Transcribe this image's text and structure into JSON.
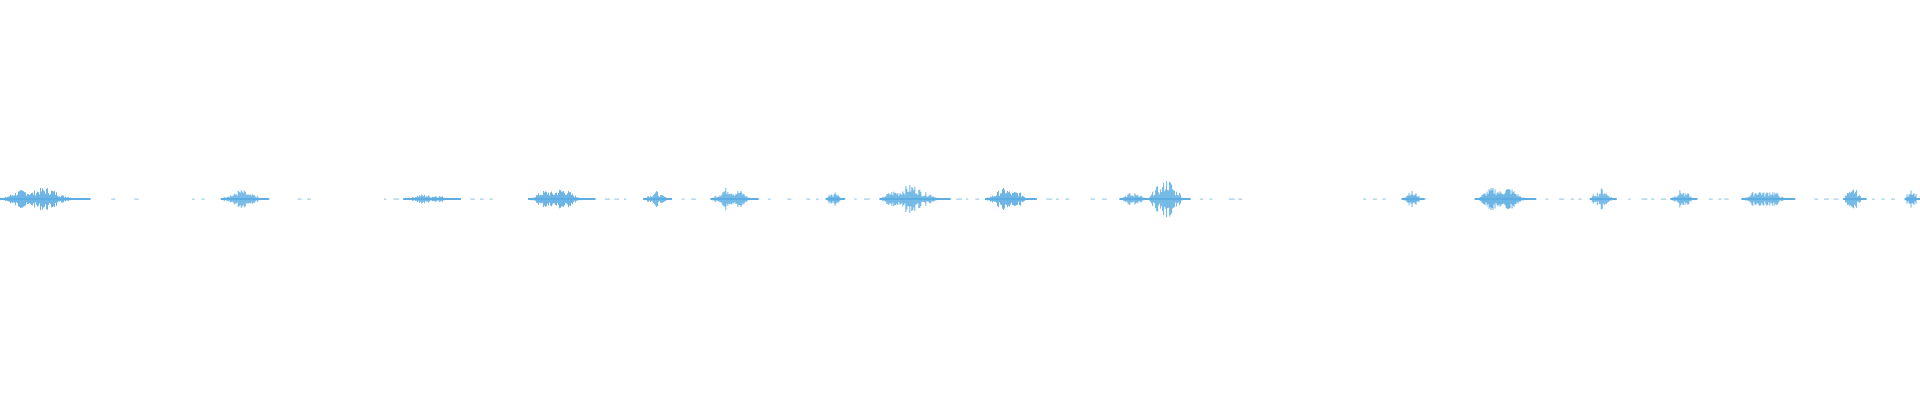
{
  "waveform": {
    "color": "#5dade2",
    "center_line_color": "#9ccbe9",
    "segments": [
      {
        "start": 0.0,
        "end": 0.047,
        "amp": 0.6
      },
      {
        "start": 0.115,
        "end": 0.14,
        "amp": 0.45
      },
      {
        "start": 0.21,
        "end": 0.24,
        "amp": 0.25
      },
      {
        "start": 0.275,
        "end": 0.31,
        "amp": 0.55
      },
      {
        "start": 0.335,
        "end": 0.35,
        "amp": 0.4
      },
      {
        "start": 0.37,
        "end": 0.395,
        "amp": 0.6
      },
      {
        "start": 0.43,
        "end": 0.44,
        "amp": 0.45
      },
      {
        "start": 0.458,
        "end": 0.495,
        "amp": 0.7
      },
      {
        "start": 0.513,
        "end": 0.54,
        "amp": 0.55
      },
      {
        "start": 0.583,
        "end": 0.6,
        "amp": 0.35
      },
      {
        "start": 0.598,
        "end": 0.62,
        "amp": 1.0
      },
      {
        "start": 0.73,
        "end": 0.742,
        "amp": 0.45
      },
      {
        "start": 0.768,
        "end": 0.8,
        "amp": 0.65
      },
      {
        "start": 0.828,
        "end": 0.842,
        "amp": 0.55
      },
      {
        "start": 0.87,
        "end": 0.884,
        "amp": 0.45
      },
      {
        "start": 0.907,
        "end": 0.935,
        "amp": 0.5
      },
      {
        "start": 0.96,
        "end": 0.972,
        "amp": 0.55
      },
      {
        "start": 0.992,
        "end": 1.0,
        "amp": 0.6
      }
    ],
    "dashes": [
      0.058,
      0.07,
      0.1,
      0.105,
      0.16,
      0.155,
      0.2,
      0.205,
      0.245,
      0.25,
      0.255,
      0.315,
      0.32,
      0.325,
      0.345,
      0.355,
      0.36,
      0.4,
      0.41,
      0.42,
      0.425,
      0.445,
      0.45,
      0.498,
      0.503,
      0.508,
      0.545,
      0.55,
      0.555,
      0.568,
      0.574,
      0.625,
      0.63,
      0.64,
      0.645,
      0.71,
      0.715,
      0.72,
      0.805,
      0.812,
      0.818,
      0.822,
      0.848,
      0.855,
      0.86,
      0.865,
      0.89,
      0.895,
      0.898,
      0.945,
      0.95,
      0.955,
      0.975,
      0.98,
      0.985
    ]
  }
}
